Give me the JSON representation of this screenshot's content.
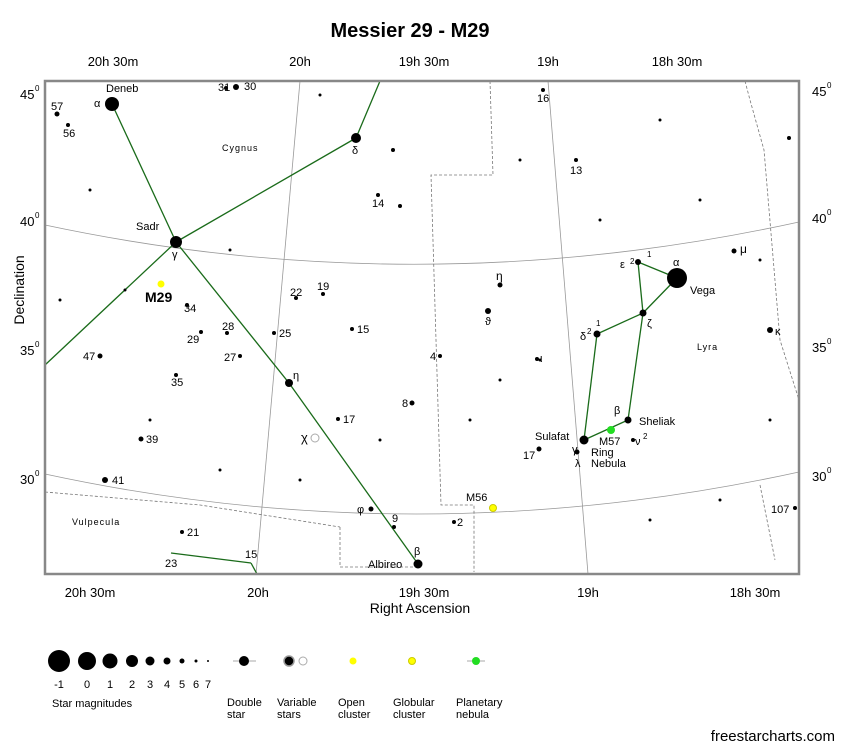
{
  "title": "Messier 29 - M29",
  "axes": {
    "x_label": "Right Ascension",
    "y_label": "Declination",
    "ra_ticks": [
      "20h 30m",
      "20h",
      "19h 30m",
      "19h",
      "18h 30m"
    ],
    "dec_ticks": [
      "45",
      "40",
      "35",
      "30"
    ],
    "degree": "0"
  },
  "constellations": [
    "Cygnus",
    "Lyra",
    "Vulpecula"
  ],
  "stars": [
    "Deneb",
    "α",
    "Sadr",
    "γ",
    "δ",
    "η",
    "β",
    "Albireo",
    "χ",
    "φ",
    "Vega",
    "α",
    "ε",
    "2",
    "1",
    "ζ",
    "δ",
    "2",
    "1",
    "Sulafat",
    "γ",
    "λ",
    "Sheliak",
    "β",
    "ν",
    "2",
    "μ",
    "κ",
    "ι",
    "η",
    "ϑ",
    "57",
    "56",
    "31",
    "30",
    "16",
    "13",
    "14",
    "22",
    "19",
    "34",
    "28",
    "29",
    "25",
    "15",
    "27",
    "47",
    "35",
    "17",
    "8",
    "4",
    "39",
    "41",
    "9",
    "2",
    "21",
    "23",
    "15",
    "17",
    "107"
  ],
  "objects": {
    "m29": "M29",
    "m56": "M56",
    "m57": "M57",
    "ring": "Ring",
    "nebula": "Nebula"
  },
  "legend": {
    "magnitudes": [
      "-1",
      "0",
      "1",
      "2",
      "3",
      "4",
      "5",
      "6",
      "7"
    ],
    "mag_title": "Star magnitudes",
    "items": [
      [
        "Double",
        "star"
      ],
      [
        "Variable",
        "stars"
      ],
      [
        "Open",
        "cluster"
      ],
      [
        "Globular",
        "cluster"
      ],
      [
        "Planetary",
        "nebula"
      ]
    ]
  },
  "credit": "freestarcharts.com",
  "colors": {
    "line": "#1a6b1a",
    "grid": "#999999",
    "m29": "#000080",
    "open": "#ffff00",
    "planetary": "#22dd22"
  }
}
